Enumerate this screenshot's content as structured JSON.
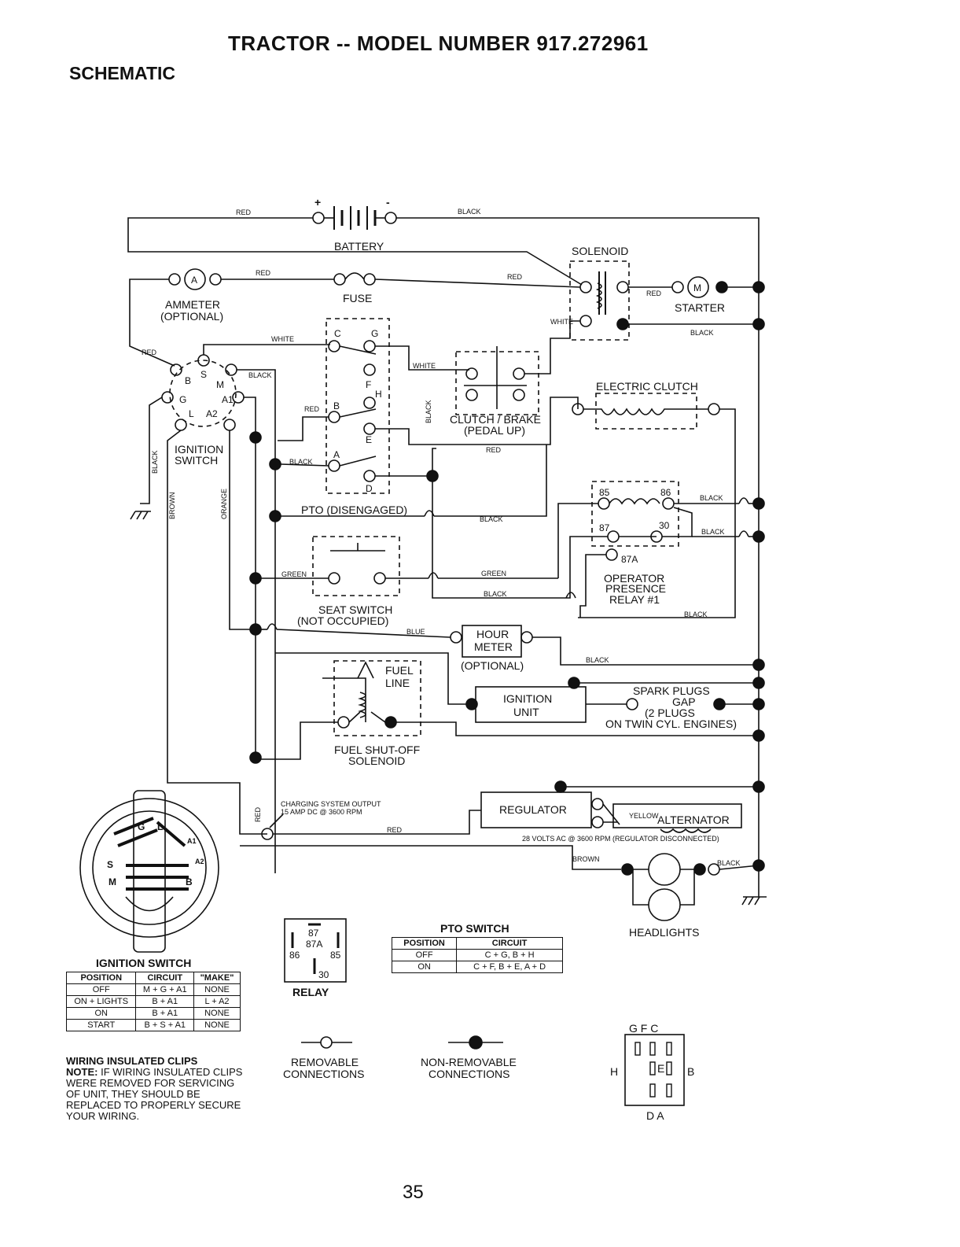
{
  "header": {
    "title": "TRACTOR -- MODEL NUMBER 917.272961",
    "subtitle": "SCHEMATIC"
  },
  "components": {
    "battery": "BATTERY",
    "battery_pos": "+",
    "battery_neg": "-",
    "solenoid": "SOLENOID",
    "starter": "STARTER",
    "starter_m": "M",
    "ammeter_a": "A",
    "ammeter": "AMMETER",
    "ammeter_opt": "(OPTIONAL)",
    "fuse": "FUSE",
    "ignition_switch_l1": "IGNITION",
    "ignition_switch_l2": "SWITCH",
    "clutch_brake_l1": "CLUTCH / BRAKE",
    "clutch_brake_l2": "(PEDAL UP)",
    "electric_clutch": "ELECTRIC CLUTCH",
    "pto": "PTO (DISENGAGED)",
    "seat_switch_l1": "SEAT SWITCH",
    "seat_switch_l2": "(NOT OCCUPIED)",
    "relay_l1": "OPERATOR",
    "relay_l2": "PRESENCE",
    "relay_l3": "RELAY #1",
    "hour_meter_l1": "HOUR",
    "hour_meter_l2": "METER",
    "hour_meter_opt": "(OPTIONAL)",
    "fuel_line_l1": "FUEL",
    "fuel_line_l2": "LINE",
    "fuel_sol_l1": "FUEL SHUT-OFF",
    "fuel_sol_l2": "SOLENOID",
    "ignition_unit_l1": "IGNITION",
    "ignition_unit_l2": "UNIT",
    "spark_l1": "SPARK PLUGS",
    "spark_l2": "GAP",
    "spark_l3": "(2 PLUGS",
    "spark_l4": "ON TWIN CYL. ENGINES)",
    "regulator": "REGULATOR",
    "alternator": "ALTERNATOR",
    "alt_note": "28 VOLTS AC @ 3600 RPM (REGULATOR DISCONNECTED)",
    "charging_l1": "CHARGING SYSTEM OUTPUT",
    "charging_l2": "15 AMP DC @ 3600 RPM",
    "headlights": "HEADLIGHTS",
    "relay_title": "RELAY",
    "relay_87": "87",
    "relay_87a": "87A",
    "relay_86": "86",
    "relay_85": "85",
    "relay_30": "30",
    "removable_l1": "REMOVABLE",
    "removable_l2": "CONNECTIONS",
    "nonremovable_l1": "NON-REMOVABLE",
    "nonremovable_l2": "CONNECTIONS"
  },
  "terminals": {
    "ign": [
      "B",
      "S",
      "M",
      "G",
      "A1",
      "L",
      "A2"
    ],
    "pto": [
      "C",
      "G",
      "F",
      "H",
      "B",
      "E",
      "A",
      "D"
    ],
    "relay": [
      "85",
      "86",
      "87",
      "30",
      "87A"
    ],
    "pto_bottom_top": "G F C",
    "pto_bottom_mid_l": "H",
    "pto_bottom_mid_e": "E",
    "pto_bottom_mid_r": "B",
    "pto_bottom_bot": "D A",
    "ign_dial": [
      "G",
      "L",
      "A1",
      "A2",
      "S",
      "M",
      "B"
    ]
  },
  "wires": {
    "red": "RED",
    "black": "BLACK",
    "white": "WHITE",
    "green": "GREEN",
    "blue": "BLUE",
    "yellow": "YELLOW",
    "brown": "BROWN",
    "orange": "ORANGE"
  },
  "ignition_table": {
    "title": "IGNITION SWITCH",
    "headers": [
      "POSITION",
      "CIRCUIT",
      "\"MAKE\""
    ],
    "rows": [
      [
        "OFF",
        "M + G + A1",
        "NONE"
      ],
      [
        "ON + LIGHTS",
        "B + A1",
        "L + A2"
      ],
      [
        "ON",
        "B + A1",
        "NONE"
      ],
      [
        "START",
        "B + S + A1",
        "NONE"
      ]
    ]
  },
  "pto_table": {
    "title": "PTO SWITCH",
    "headers": [
      "POSITION",
      "CIRCUIT"
    ],
    "rows": [
      [
        "OFF",
        "C + G, B + H"
      ],
      [
        "ON",
        "C + F, B + E, A + D"
      ]
    ]
  },
  "note": {
    "heading": "WIRING INSULATED CLIPS",
    "prefix": "NOTE:",
    "text": "IF WIRING INSULATED CLIPS WERE REMOVED FOR SERVICING OF UNIT, THEY SHOULD BE REPLACED TO PROPERLY SECURE YOUR WIRING."
  },
  "page_number": "35"
}
